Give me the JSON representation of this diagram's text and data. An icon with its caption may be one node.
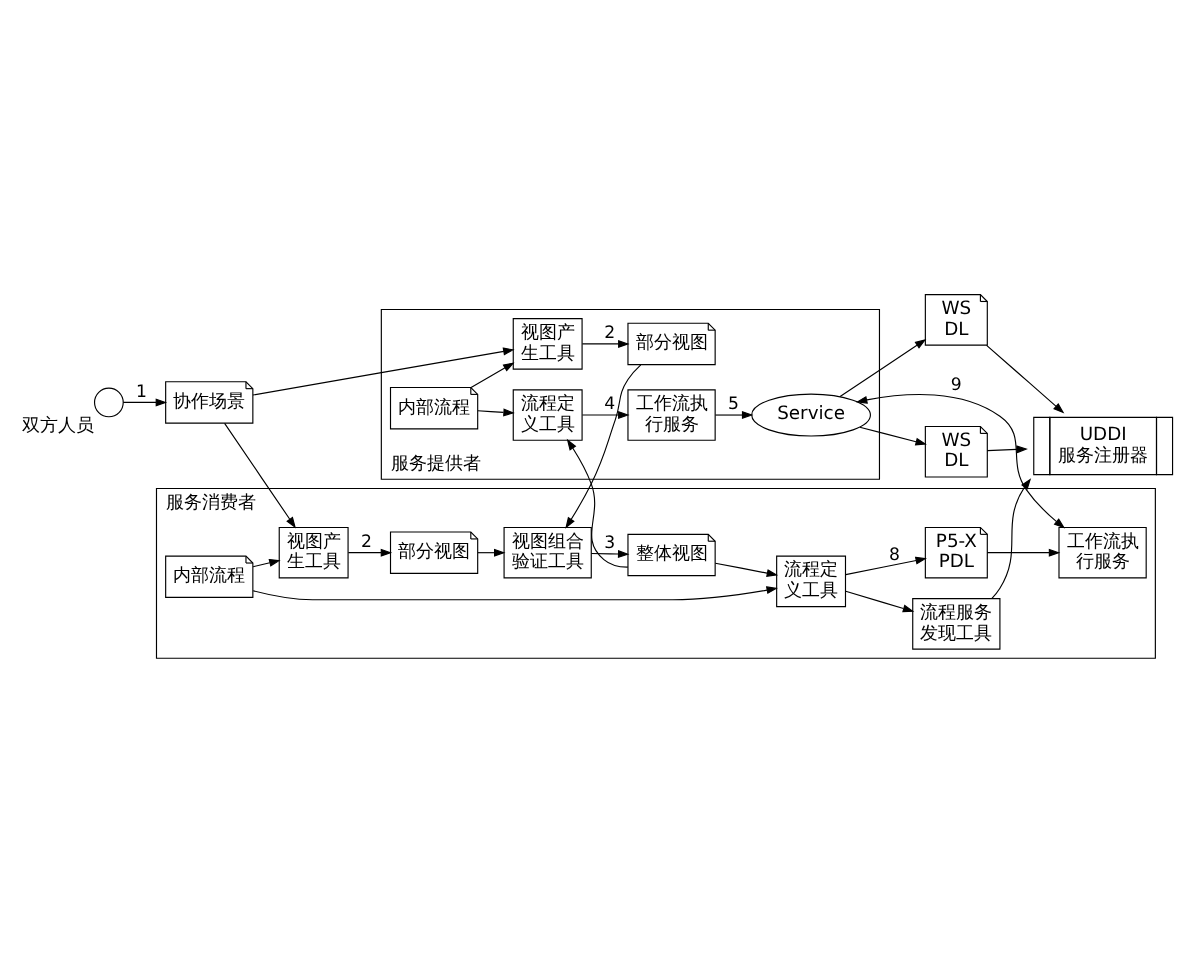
{
  "diagram": {
    "nodes": [
      {
        "text": [],
        "shape": "person",
        "beside": [
          "双方人员"
        ]
      },
      {
        "text": [
          "协作场景"
        ]
      },
      {
        "text": [
          "服务消费者"
        ]
      },
      {
        "text": [
          "内部流程"
        ],
        "in": 2
      },
      {
        "text": [
          "部分视图"
        ],
        "in": 2
      },
      {
        "text": [
          "视图产生工具"
        ],
        "in": 2
      },
      {
        "text": [
          "视图组合验证工具"
        ],
        "in": 2
      },
      {
        "text": [
          "流程定义工具"
        ],
        "in": 2
      },
      {
        "text": [
          "整体视图"
        ],
        "in": 2
      },
      {
        "text": [
          "P5-X PDL"
        ],
        "in": 2
      },
      {
        "text": [
          "流程服务发现工具"
        ],
        "in": 2
      },
      {
        "text": [
          "工作流执行服务"
        ],
        "in": 2
      },
      {
        "text": [
          "UDDI 服务注册器"
        ]
      },
      {
        "text": [
          "WS DL"
        ]
      },
      {
        "text": [
          "WS DL"
        ]
      },
      {
        "text": [
          "服务提供者"
        ]
      },
      {
        "text": [
          "视图产生工具"
        ],
        "in": 15
      },
      {
        "text": [
          "部分视图"
        ],
        "in": 15
      },
      {
        "text": [
          "流程定义工具"
        ],
        "in": 15
      },
      {
        "text": [
          "内部流程"
        ],
        "in": 15
      },
      {
        "text": [
          "工作流执行服务"
        ],
        "in": 15
      },
      {
        "text": [
          "Service"
        ],
        "in": 15
      }
    ],
    "edges": [
      {
        "from": 0,
        "to": 1,
        "arrow": "to",
        "label": "1"
      },
      {
        "from": 1,
        "to": 5,
        "arrow": "to"
      },
      {
        "from": 1,
        "to": 16,
        "arrow": "to"
      },
      {
        "from": 3,
        "to": 5,
        "arrow": "to"
      },
      {
        "from": 3,
        "to": 7,
        "arrow": "to"
      },
      {
        "from": 5,
        "to": 4,
        "arrow": "to",
        "label": "2"
      },
      {
        "from": 4,
        "to": 6,
        "arrow": "to"
      },
      {
        "from": 6,
        "to": 8,
        "arrow": "to",
        "label": "3"
      },
      {
        "from": 8,
        "to": 7,
        "arrow": "to"
      },
      {
        "from": 8,
        "to": 18,
        "arrow": "to"
      },
      {
        "from": 7,
        "to": 10,
        "arrow": "to"
      },
      {
        "from": 7,
        "to": 9,
        "arrow": "to",
        "label": "8"
      },
      {
        "from": 9,
        "to": 11,
        "arrow": "to"
      },
      {
        "from": 10,
        "to": 12,
        "arrow": "to"
      },
      {
        "from": 21,
        "to": 11,
        "arrow": "both",
        "label": "9"
      },
      {
        "from": 17,
        "to": 6,
        "arrow": "to"
      },
      {
        "from": 16,
        "to": 17,
        "arrow": "to",
        "label": "2"
      },
      {
        "from": 19,
        "to": 16,
        "arrow": "to"
      },
      {
        "from": 19,
        "to": 18,
        "arrow": "to"
      },
      {
        "from": 18,
        "to": 20,
        "arrow": "to",
        "label": "4"
      },
      {
        "from": 20,
        "to": 21,
        "arrow": "to",
        "label": "5"
      },
      {
        "from": 21,
        "to": 13,
        "arrow": "to"
      },
      {
        "from": 21,
        "to": 14,
        "arrow": "to"
      },
      {
        "from": 13,
        "to": 12,
        "arrow": "to"
      },
      {
        "from": 14,
        "to": 12,
        "arrow": "to"
      }
    ]
  }
}
